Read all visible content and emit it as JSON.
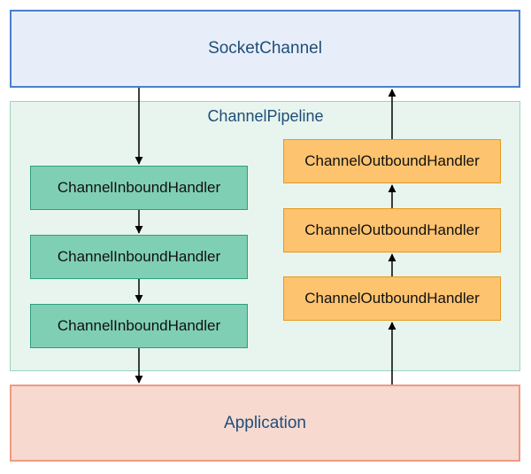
{
  "socket_channel": {
    "label": "SocketChannel"
  },
  "channel_pipeline": {
    "label": "ChannelPipeline"
  },
  "inbound_handlers": [
    {
      "label": "ChannelInboundHandler"
    },
    {
      "label": "ChannelInboundHandler"
    },
    {
      "label": "ChannelInboundHandler"
    }
  ],
  "outbound_handlers": [
    {
      "label": "ChannelOutboundHandler"
    },
    {
      "label": "ChannelOutboundHandler"
    },
    {
      "label": "ChannelOutboundHandler"
    }
  ],
  "application": {
    "label": "Application"
  },
  "colors": {
    "socket_fill": "#e8eef9",
    "socket_border": "#4a7fcb",
    "pipeline_fill": "#e8f5ee",
    "pipeline_border": "#9fd2bd",
    "inbound_fill": "#7fcfb5",
    "inbound_border": "#2f9e7e",
    "outbound_fill": "#fdc36f",
    "outbound_border": "#e69a1f",
    "application_fill": "#f7d9cf",
    "application_border": "#ee9a84",
    "title_text": "#1f4e79"
  }
}
